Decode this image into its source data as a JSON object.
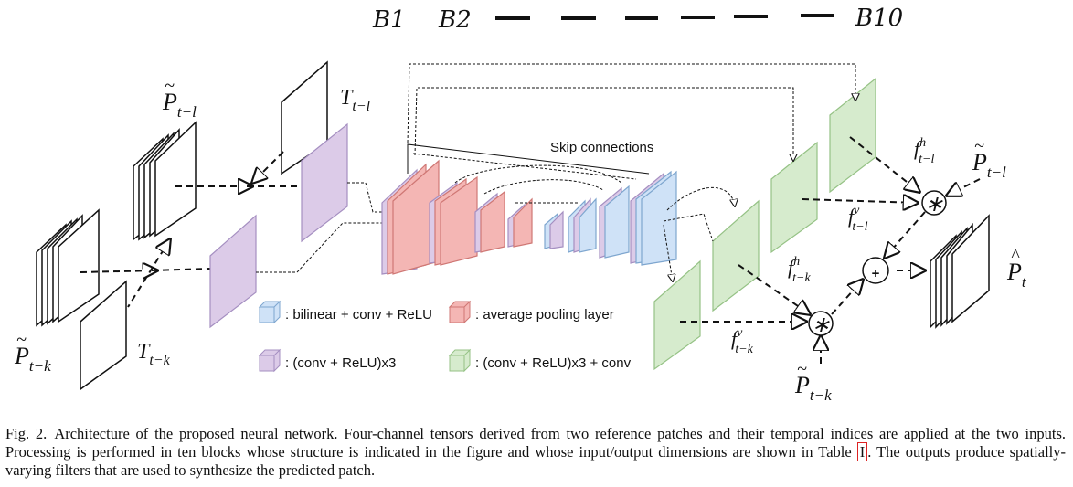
{
  "block_labels": {
    "first": "B1",
    "second": "B2",
    "last": "B10"
  },
  "inputs": {
    "patch_l": {
      "base": "P",
      "sub": "t−l"
    },
    "patch_k": {
      "base": "P",
      "sub": "t−k"
    },
    "index_l": {
      "base": "T",
      "sub": "t−l"
    },
    "index_k": {
      "base": "T",
      "sub": "t−k"
    }
  },
  "skip_label": "Skip connections",
  "filters": {
    "fh_l": {
      "base": "f",
      "sup": "h",
      "sub": "t−l"
    },
    "fv_l": {
      "base": "f",
      "sup": "v",
      "sub": "t−l"
    },
    "fh_k": {
      "base": "f",
      "sup": "h",
      "sub": "t−k"
    },
    "fv_k": {
      "base": "f",
      "sup": "v",
      "sub": "t−k"
    }
  },
  "operators": {
    "conv": "∗",
    "add": "+"
  },
  "outputs": {
    "patch_l": {
      "base": "P",
      "sub": "t−l"
    },
    "patch_k": {
      "base": "P",
      "sub": "t−k"
    },
    "predicted": {
      "base": "P",
      "sub": "t"
    }
  },
  "legend": {
    "blue": ": bilinear + conv + ReLU",
    "red": ": average pooling layer",
    "purple": ": (conv + ReLU)x3",
    "green": ": (conv + ReLU)x3 + conv"
  },
  "colors": {
    "blue": "#cfe2f7",
    "red": "#f4b6b4",
    "purple": "#dccbe8",
    "green": "#d6ebcd"
  },
  "caption": {
    "fig": "Fig. 2.",
    "text1": "Architecture of the proposed neural network. Four-channel tensors derived from two reference patches and their temporal indices are applied at the two inputs. Processing is performed in ten blocks whose structure is indicated in the figure and whose input/output dimensions are shown in Table ",
    "ref": "I",
    "text2": ". The outputs produce spatially-varying filters that are used to synthesize the predicted patch."
  }
}
